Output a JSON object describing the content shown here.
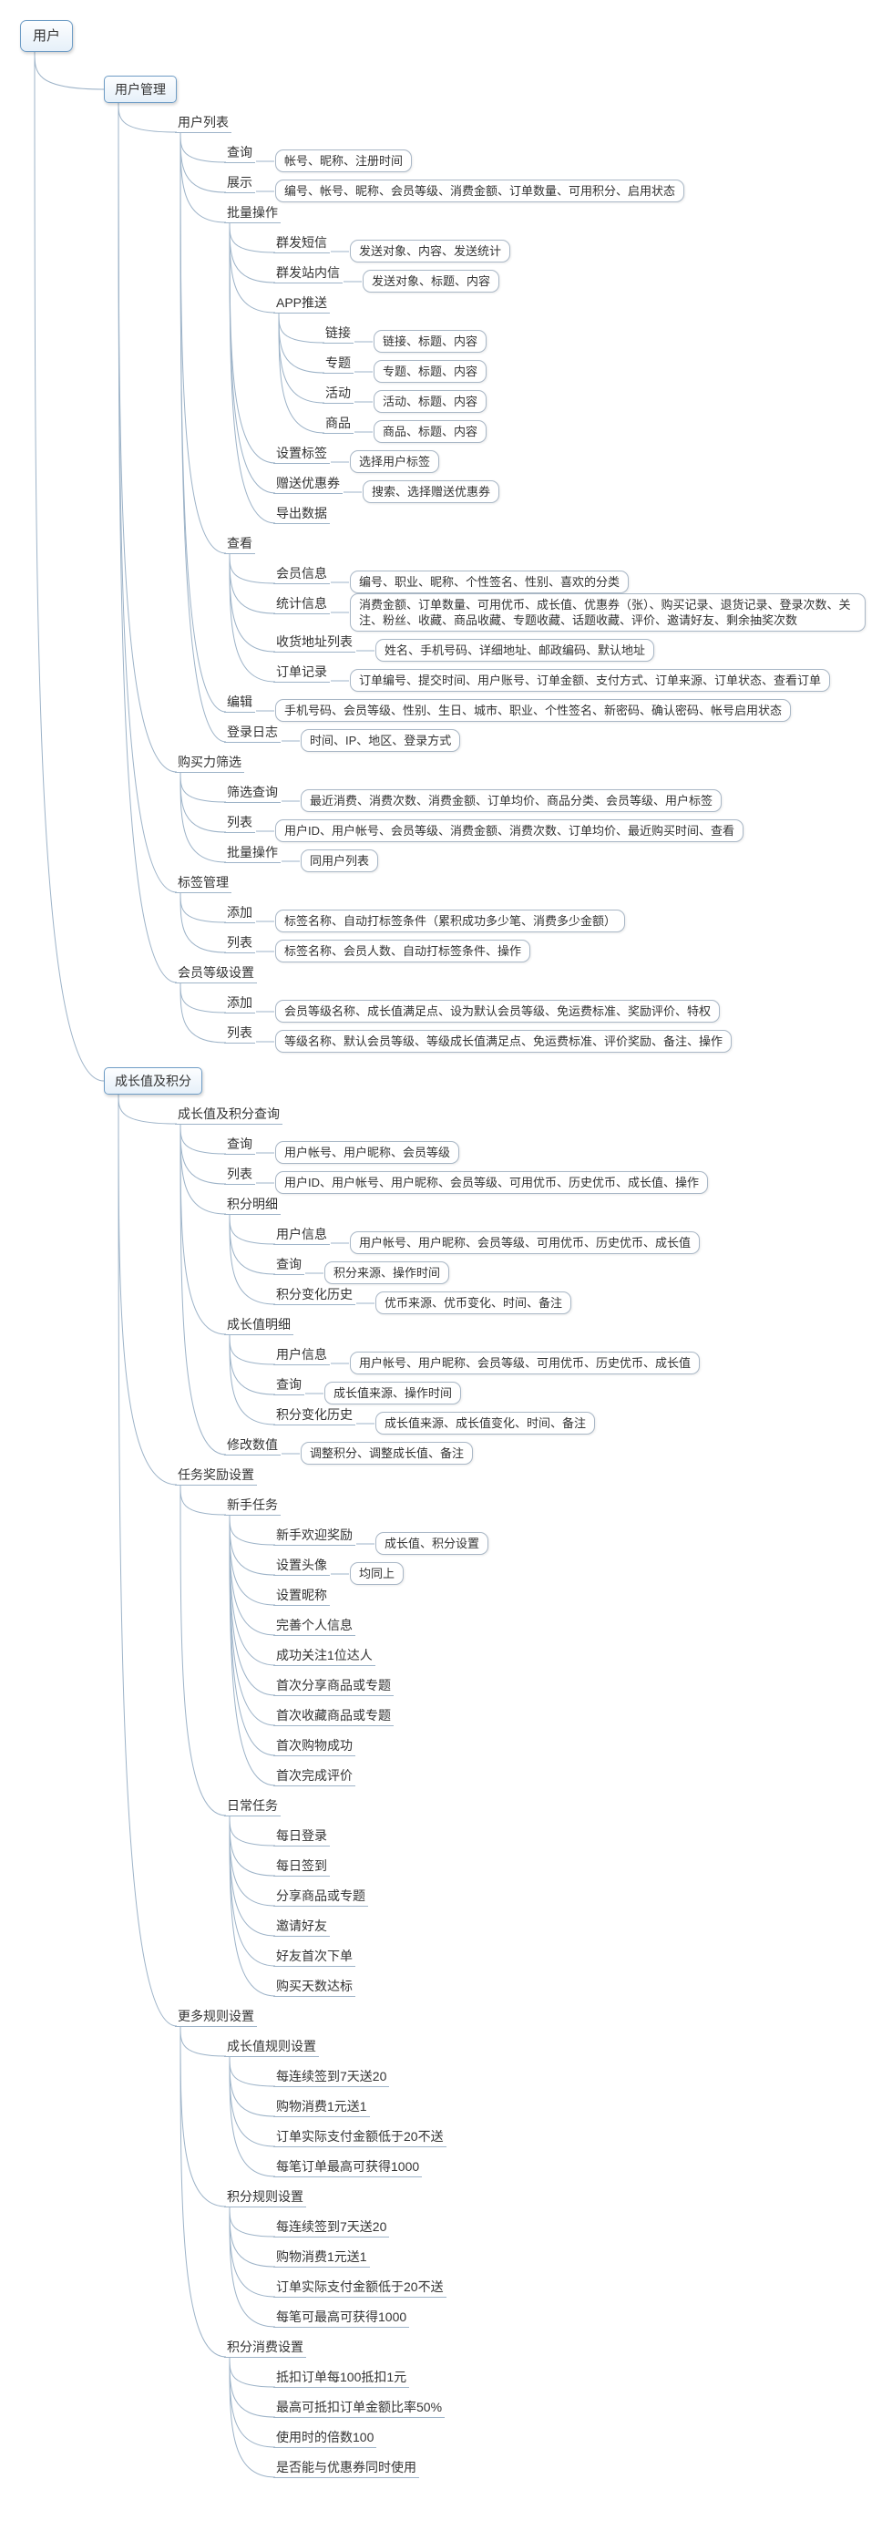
{
  "app": {
    "name": "mind-map",
    "description": "用户管理思维导图"
  },
  "colors": {
    "canvas_bg": "#ffffff",
    "line": "#9db3c8",
    "text": "#333333",
    "main_border": "#6f9dc6",
    "main_bg": "#e6f0f9",
    "detail_border": "#a9b7c6"
  },
  "tree": {
    "label": "用户",
    "style": "main",
    "children": [
      {
        "label": "用户管理",
        "style": "main",
        "children": [
          {
            "label": "用户列表",
            "children": [
              {
                "label": "查询",
                "children": [
                  {
                    "label": "帐号、昵称、注册时间",
                    "style": "detail"
                  }
                ]
              },
              {
                "label": "展示",
                "children": [
                  {
                    "label": "编号、帐号、昵称、会员等级、消费金额、订单数量、可用积分、启用状态",
                    "style": "detail"
                  }
                ]
              },
              {
                "label": "批量操作",
                "children": [
                  {
                    "label": "群发短信",
                    "children": [
                      {
                        "label": "发送对象、内容、发送统计",
                        "style": "detail"
                      }
                    ]
                  },
                  {
                    "label": "群发站内信",
                    "children": [
                      {
                        "label": "发送对象、标题、内容",
                        "style": "detail"
                      }
                    ]
                  },
                  {
                    "label": "APP推送",
                    "children": [
                      {
                        "label": "链接",
                        "children": [
                          {
                            "label": "链接、标题、内容",
                            "style": "detail"
                          }
                        ]
                      },
                      {
                        "label": "专题",
                        "children": [
                          {
                            "label": "专题、标题、内容",
                            "style": "detail"
                          }
                        ]
                      },
                      {
                        "label": "活动",
                        "children": [
                          {
                            "label": "活动、标题、内容",
                            "style": "detail"
                          }
                        ]
                      },
                      {
                        "label": "商品",
                        "children": [
                          {
                            "label": "商品、标题、内容",
                            "style": "detail"
                          }
                        ]
                      }
                    ]
                  },
                  {
                    "label": "设置标签",
                    "children": [
                      {
                        "label": "选择用户标签",
                        "style": "detail"
                      }
                    ]
                  },
                  {
                    "label": "赠送优惠券",
                    "children": [
                      {
                        "label": "搜索、选择赠送优惠券",
                        "style": "detail"
                      }
                    ]
                  },
                  {
                    "label": "导出数据"
                  }
                ]
              },
              {
                "label": "查看",
                "children": [
                  {
                    "label": "会员信息",
                    "children": [
                      {
                        "label": "编号、职业、昵称、个性签名、性别、喜欢的分类",
                        "style": "detail"
                      }
                    ]
                  },
                  {
                    "label": "统计信息",
                    "children": [
                      {
                        "label": "消费金额、订单数量、可用优币、成长值、优惠券（张）、购买记录、退货记录、登录次数、关注、粉丝、收藏、商品收藏、专题收藏、话题收藏、评价、邀请好友、剩余抽奖次数",
                        "style": "detail"
                      }
                    ]
                  },
                  {
                    "label": "收货地址列表",
                    "children": [
                      {
                        "label": "姓名、手机号码、详细地址、邮政编码、默认地址",
                        "style": "detail"
                      }
                    ]
                  },
                  {
                    "label": "订单记录",
                    "children": [
                      {
                        "label": "订单编号、提交时间、用户账号、订单金额、支付方式、订单来源、订单状态、查看订单",
                        "style": "detail"
                      }
                    ]
                  }
                ]
              },
              {
                "label": "编辑",
                "children": [
                  {
                    "label": "手机号码、会员等级、性别、生日、城市、职业、个性签名、新密码、确认密码、帐号启用状态",
                    "style": "detail"
                  }
                ]
              },
              {
                "label": "登录日志",
                "children": [
                  {
                    "label": "时间、IP、地区、登录方式",
                    "style": "detail"
                  }
                ]
              }
            ]
          },
          {
            "label": "购买力筛选",
            "children": [
              {
                "label": "筛选查询",
                "children": [
                  {
                    "label": "最近消费、消费次数、消费金额、订单均价、商品分类、会员等级、用户标签",
                    "style": "detail"
                  }
                ]
              },
              {
                "label": "列表",
                "children": [
                  {
                    "label": "用户ID、用户帐号、会员等级、消费金额、消费次数、订单均价、最近购买时间、查看",
                    "style": "detail"
                  }
                ]
              },
              {
                "label": "批量操作",
                "children": [
                  {
                    "label": "同用户列表",
                    "style": "detail"
                  }
                ]
              }
            ]
          },
          {
            "label": "标签管理",
            "children": [
              {
                "label": "添加",
                "children": [
                  {
                    "label": "标签名称、自动打标签条件（累积成功多少笔、消费多少金额）",
                    "style": "detail"
                  }
                ]
              },
              {
                "label": "列表",
                "children": [
                  {
                    "label": "标签名称、会员人数、自动打标签条件、操作",
                    "style": "detail"
                  }
                ]
              }
            ]
          },
          {
            "label": "会员等级设置",
            "children": [
              {
                "label": "添加",
                "children": [
                  {
                    "label": "会员等级名称、成长值满足点、设为默认会员等级、免运费标准、奖励评价、特权",
                    "style": "detail"
                  }
                ]
              },
              {
                "label": "列表",
                "children": [
                  {
                    "label": "等级名称、默认会员等级、等级成长值满足点、免运费标准、评价奖励、备注、操作",
                    "style": "detail"
                  }
                ]
              }
            ]
          }
        ]
      },
      {
        "label": "成长值及积分",
        "style": "main",
        "children": [
          {
            "label": "成长值及积分查询",
            "children": [
              {
                "label": "查询",
                "children": [
                  {
                    "label": "用户帐号、用户昵称、会员等级",
                    "style": "detail"
                  }
                ]
              },
              {
                "label": "列表",
                "children": [
                  {
                    "label": "用户ID、用户帐号、用户昵称、会员等级、可用优币、历史优币、成长值、操作",
                    "style": "detail"
                  }
                ]
              },
              {
                "label": "积分明细",
                "children": [
                  {
                    "label": "用户信息",
                    "children": [
                      {
                        "label": "用户帐号、用户昵称、会员等级、可用优币、历史优币、成长值",
                        "style": "detail"
                      }
                    ]
                  },
                  {
                    "label": "查询",
                    "children": [
                      {
                        "label": "积分来源、操作时间",
                        "style": "detail"
                      }
                    ]
                  },
                  {
                    "label": "积分变化历史",
                    "children": [
                      {
                        "label": "优币来源、优币变化、时间、备注",
                        "style": "detail"
                      }
                    ]
                  }
                ]
              },
              {
                "label": "成长值明细",
                "children": [
                  {
                    "label": "用户信息",
                    "children": [
                      {
                        "label": "用户帐号、用户昵称、会员等级、可用优币、历史优币、成长值",
                        "style": "detail"
                      }
                    ]
                  },
                  {
                    "label": "查询",
                    "children": [
                      {
                        "label": "成长值来源、操作时间",
                        "style": "detail"
                      }
                    ]
                  },
                  {
                    "label": "积分变化历史",
                    "children": [
                      {
                        "label": "成长值来源、成长值变化、时间、备注",
                        "style": "detail"
                      }
                    ]
                  }
                ]
              },
              {
                "label": "修改数值",
                "children": [
                  {
                    "label": "调整积分、调整成长值、备注",
                    "style": "detail"
                  }
                ]
              }
            ]
          },
          {
            "label": "任务奖励设置",
            "children": [
              {
                "label": "新手任务",
                "children": [
                  {
                    "label": "新手欢迎奖励",
                    "children": [
                      {
                        "label": "成长值、积分设置",
                        "style": "detail"
                      }
                    ]
                  },
                  {
                    "label": "设置头像",
                    "children": [
                      {
                        "label": "均同上",
                        "style": "detail"
                      }
                    ]
                  },
                  {
                    "label": "设置昵称"
                  },
                  {
                    "label": "完善个人信息"
                  },
                  {
                    "label": "成功关注1位达人"
                  },
                  {
                    "label": "首次分享商品或专题"
                  },
                  {
                    "label": "首次收藏商品或专题"
                  },
                  {
                    "label": "首次购物成功"
                  },
                  {
                    "label": "首次完成评价"
                  }
                ]
              },
              {
                "label": "日常任务",
                "children": [
                  {
                    "label": "每日登录"
                  },
                  {
                    "label": "每日签到"
                  },
                  {
                    "label": "分享商品或专题"
                  },
                  {
                    "label": "邀请好友"
                  },
                  {
                    "label": "好友首次下单"
                  },
                  {
                    "label": "购买天数达标"
                  }
                ]
              }
            ]
          },
          {
            "label": "更多规则设置",
            "children": [
              {
                "label": "成长值规则设置",
                "children": [
                  {
                    "label": "每连续签到7天送20"
                  },
                  {
                    "label": "购物消费1元送1"
                  },
                  {
                    "label": "订单实际支付金额低于20不送"
                  },
                  {
                    "label": "每笔订单最高可获得1000"
                  }
                ]
              },
              {
                "label": "积分规则设置",
                "children": [
                  {
                    "label": "每连续签到7天送20"
                  },
                  {
                    "label": "购物消费1元送1"
                  },
                  {
                    "label": "订单实际支付金额低于20不送"
                  },
                  {
                    "label": "每笔可最高可获得1000"
                  }
                ]
              },
              {
                "label": "积分消费设置",
                "children": [
                  {
                    "label": "抵扣订单每100抵扣1元"
                  },
                  {
                    "label": "最高可抵扣订单金额比率50%"
                  },
                  {
                    "label": "使用时的倍数100"
                  },
                  {
                    "label": "是否能与优惠券同时使用"
                  }
                ]
              }
            ]
          }
        ]
      }
    ]
  }
}
